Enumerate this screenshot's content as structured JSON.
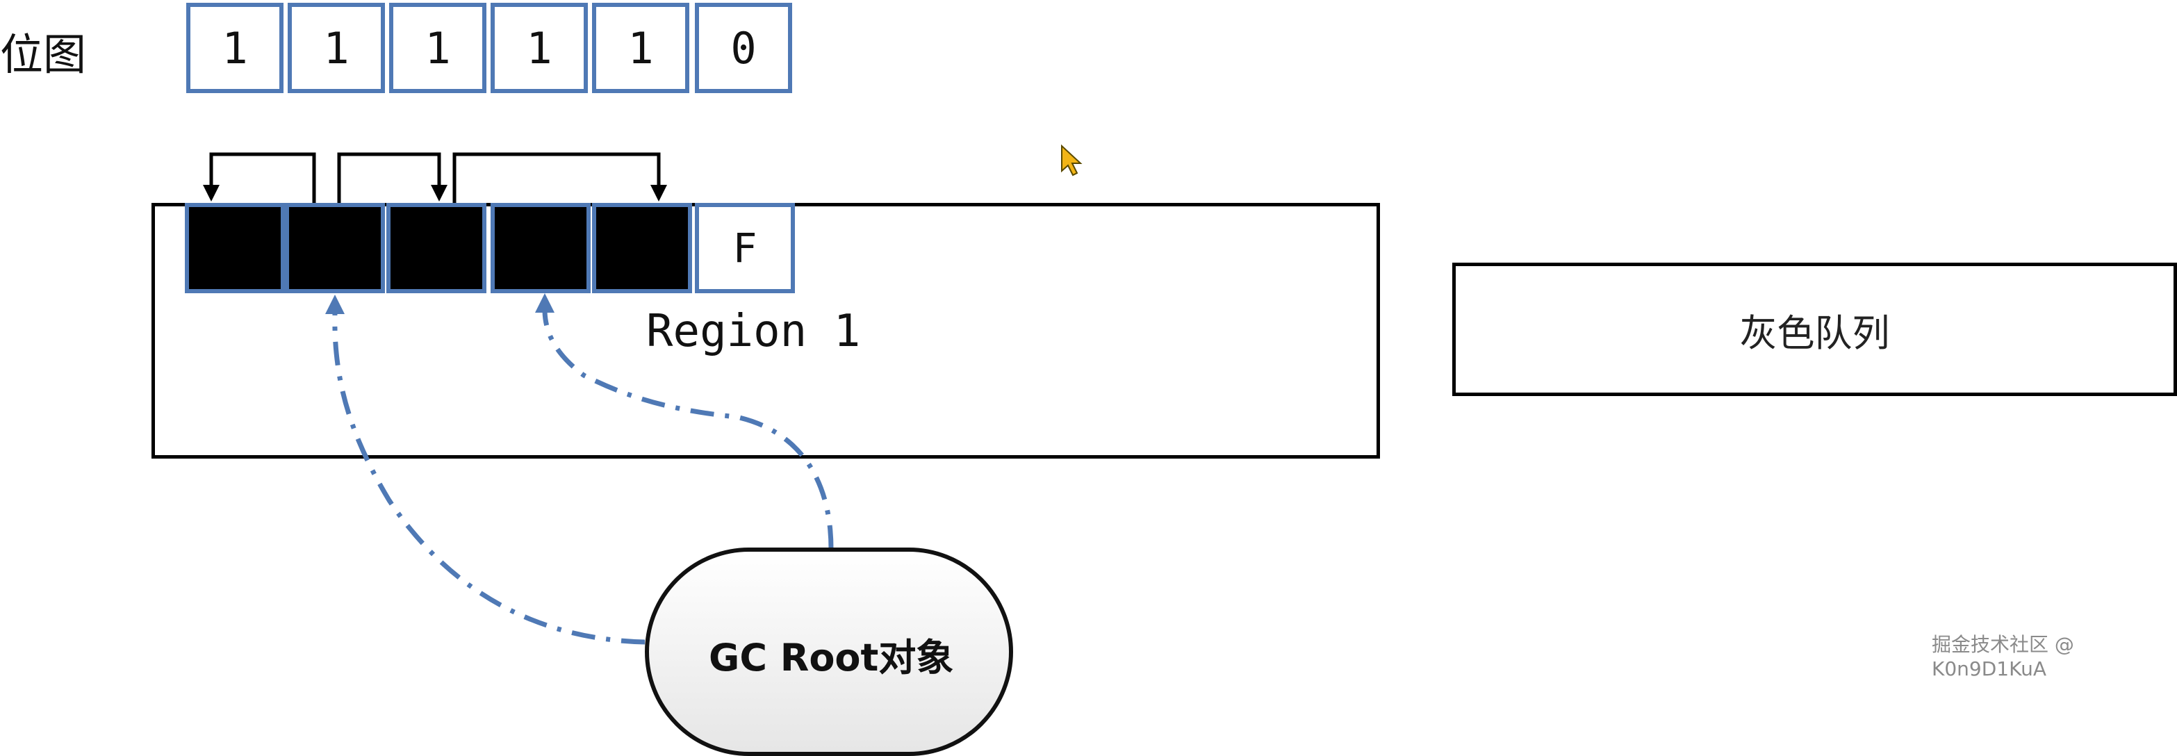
{
  "bitmap": {
    "label": "位图",
    "bits": [
      "1",
      "1",
      "1",
      "1",
      "1",
      "0"
    ]
  },
  "region": {
    "label": "Region 1",
    "free_cell_label": "F",
    "occupied_cells": 5
  },
  "gray_queue": {
    "label": "灰色队列"
  },
  "gc_root": {
    "label": "GC Root对象"
  },
  "watermark": {
    "text": "掘金技术社区 @ K0n9D1KuA"
  },
  "colors": {
    "cell_border": "#4f79b5",
    "dash_arrow": "#4f79b5",
    "cursor": "#f2b516"
  },
  "icons": [
    "mouse-cursor-icon"
  ]
}
